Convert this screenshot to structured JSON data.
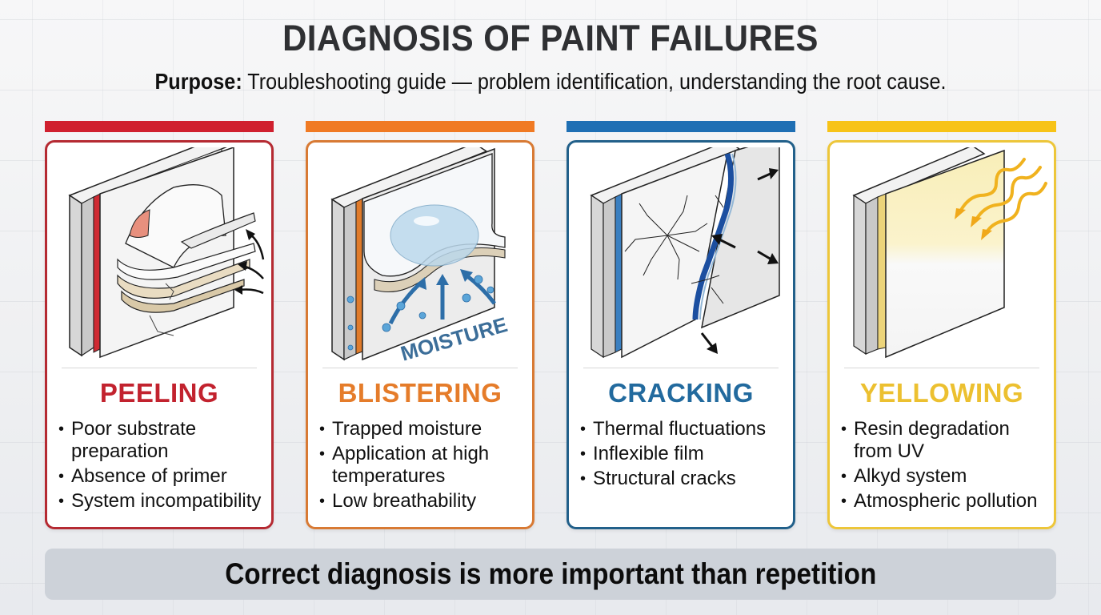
{
  "header": {
    "title": "DIAGNOSIS OF PAINT FAILURES",
    "purpose_label": "Purpose:",
    "purpose_text": "Troubleshooting guide — problem identification, understanding the root cause."
  },
  "cards": [
    {
      "title": "PEELING",
      "color": "#d0202f",
      "title_color": "#c2222e",
      "border_color": "#b52a32",
      "illustration": "peeling-paint-wall-icon",
      "causes": [
        "Poor substrate preparation",
        "Absence of primer",
        "System incompatibility"
      ]
    },
    {
      "title": "BLISTERING",
      "color": "#f07a24",
      "title_color": "#e57c2a",
      "border_color": "#d87a34",
      "illustration": "blistering-moisture-wall-icon",
      "illustration_label": "MOISTURE",
      "causes": [
        "Trapped moisture",
        "Application at high temperatures",
        "Low breathability"
      ]
    },
    {
      "title": "CRACKING",
      "color": "#1f6fb4",
      "title_color": "#226a9e",
      "border_color": "#22608a",
      "illustration": "cracking-wall-icon",
      "causes": [
        "Thermal fluctuations",
        "Inflexible film",
        "Structural cracks"
      ]
    },
    {
      "title": "YELLOWING",
      "color": "#f7c318",
      "title_color": "#ecc030",
      "border_color": "#edc63a",
      "illustration": "yellowing-uv-wall-icon",
      "causes": [
        "Resin degradation from UV",
        "Alkyd system",
        "Atmospheric pollution"
      ]
    }
  ],
  "footer": {
    "text": "Correct diagnosis is more important than repetition"
  }
}
